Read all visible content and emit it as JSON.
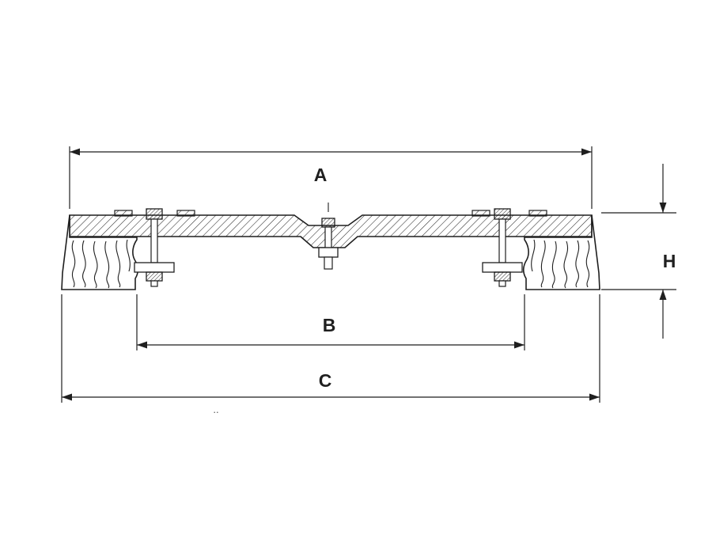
{
  "page": {
    "background": "#ffffff",
    "ink": "#1f1f1f"
  },
  "figure": {
    "dimension_labels": {
      "a": "A",
      "b": "B",
      "c": "C",
      "h": "H"
    },
    "footnote": ".."
  }
}
